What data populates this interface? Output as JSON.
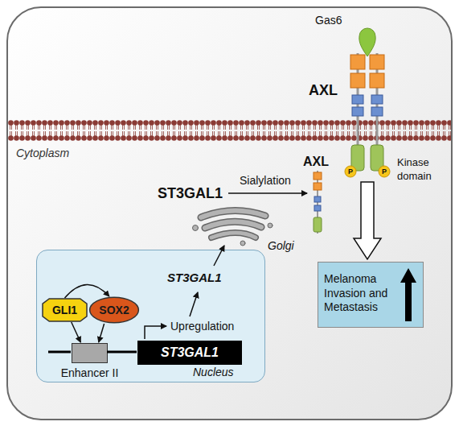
{
  "diagram": {
    "nodes": [
      {
        "text": [
          "AXL",
          "Kinase domain"
        ]
      },
      {
        "text": [
          "Melanoma Invasion and Metastasis"
        ]
      },
      {
        "text": [
          "Nucleus"
        ]
      },
      {
        "text": [
          "GLI1"
        ],
        "in": 2
      },
      {
        "text": [
          "SOX2"
        ],
        "in": 2
      },
      {
        "text": [
          "Enhancer II"
        ],
        "in": 2
      },
      {
        "text": [
          "ST3GAL1"
        ],
        "in": 2
      }
    ],
    "edges": [
      {
        "from": 0,
        "to": 1,
        "arrow": "to"
      },
      {
        "from": 3,
        "to": 4,
        "arrow": "to"
      },
      {
        "from": 3,
        "to": 5,
        "arrow": "to"
      },
      {
        "from": 4,
        "to": 5,
        "arrow": "to"
      }
    ],
    "labels": [
      "Gas6",
      "Cytoplasm",
      "AXL",
      "Sialylation",
      "ST3GAL1",
      "Golgi",
      "ST3GAL1",
      "Upregulation",
      "P",
      "P"
    ]
  }
}
